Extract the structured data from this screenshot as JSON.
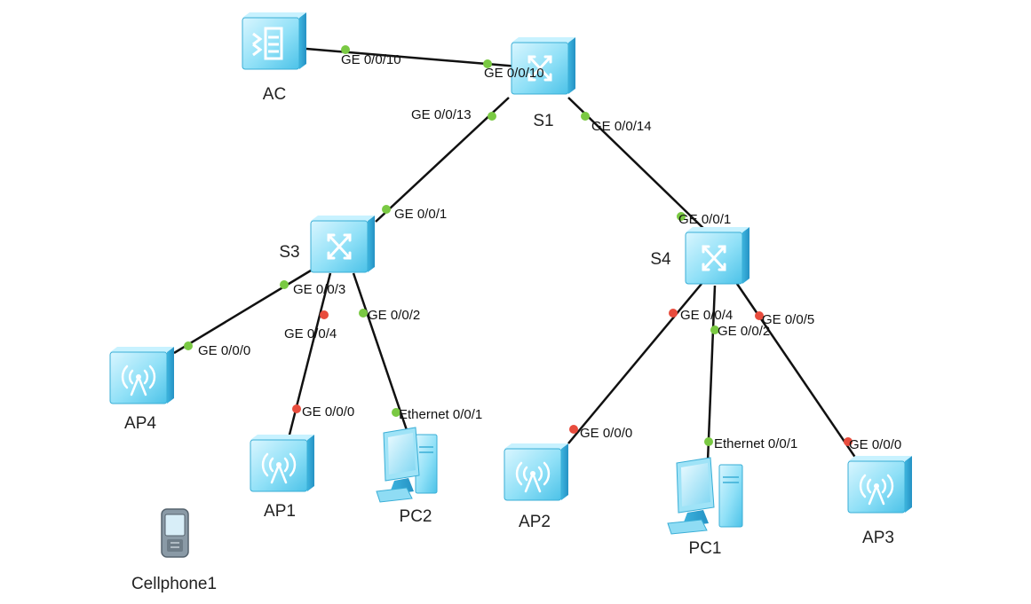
{
  "colors": {
    "link": "#111111",
    "port_up": "#7ac943",
    "port_down": "#e84c3d",
    "device_light": "#bff0ff",
    "device_mid": "#6fd3f2",
    "device_dark": "#2aaad8"
  },
  "devices": [
    {
      "id": "AC",
      "label": "AC",
      "type": "ac-controller",
      "icon": "ac-controller-icon"
    },
    {
      "id": "S1",
      "label": "S1",
      "type": "switch",
      "icon": "switch-icon"
    },
    {
      "id": "S3",
      "label": "S3",
      "type": "switch",
      "icon": "switch-icon"
    },
    {
      "id": "S4",
      "label": "S4",
      "type": "switch",
      "icon": "switch-icon"
    },
    {
      "id": "AP4",
      "label": "AP4",
      "type": "access-point",
      "icon": "access-point-icon"
    },
    {
      "id": "AP1",
      "label": "AP1",
      "type": "access-point",
      "icon": "access-point-icon"
    },
    {
      "id": "PC2",
      "label": "PC2",
      "type": "pc",
      "icon": "pc-icon"
    },
    {
      "id": "AP2",
      "label": "AP2",
      "type": "access-point",
      "icon": "access-point-icon"
    },
    {
      "id": "PC1",
      "label": "PC1",
      "type": "pc",
      "icon": "pc-icon"
    },
    {
      "id": "AP3",
      "label": "AP3",
      "type": "access-point",
      "icon": "access-point-icon"
    },
    {
      "id": "Cellphone1",
      "label": "Cellphone1",
      "type": "cellphone",
      "icon": "cellphone-icon"
    }
  ],
  "links": [
    {
      "a": "AC",
      "a_port": "GE 0/0/10",
      "a_status": "up",
      "b": "S1",
      "b_port": "GE 0/0/10",
      "b_status": "up"
    },
    {
      "a": "S1",
      "a_port": "GE 0/0/13",
      "a_status": "up",
      "b": "S3",
      "b_port": "GE 0/0/1",
      "b_status": "up"
    },
    {
      "a": "S1",
      "a_port": "GE 0/0/14",
      "a_status": "up",
      "b": "S4",
      "b_port": "GE 0/0/1",
      "b_status": "up"
    },
    {
      "a": "S3",
      "a_port": "GE 0/0/3",
      "a_status": "up",
      "b": "AP4",
      "b_port": "GE 0/0/0",
      "b_status": "up"
    },
    {
      "a": "S3",
      "a_port": "GE 0/0/4",
      "a_status": "down",
      "b": "AP1",
      "b_port": "GE 0/0/0",
      "b_status": "down"
    },
    {
      "a": "S3",
      "a_port": "GE 0/0/2",
      "a_status": "up",
      "b": "PC2",
      "b_port": "Ethernet 0/0/1",
      "b_status": "up"
    },
    {
      "a": "S4",
      "a_port": "GE 0/0/4",
      "a_status": "down",
      "b": "AP2",
      "b_port": "GE 0/0/0",
      "b_status": "down"
    },
    {
      "a": "S4",
      "a_port": "GE 0/0/2",
      "a_status": "up",
      "b": "PC1",
      "b_port": "Ethernet 0/0/1",
      "b_status": "up"
    },
    {
      "a": "S4",
      "a_port": "GE 0/0/5",
      "a_status": "down",
      "b": "AP3",
      "b_port": "GE 0/0/0",
      "b_status": "down"
    }
  ]
}
